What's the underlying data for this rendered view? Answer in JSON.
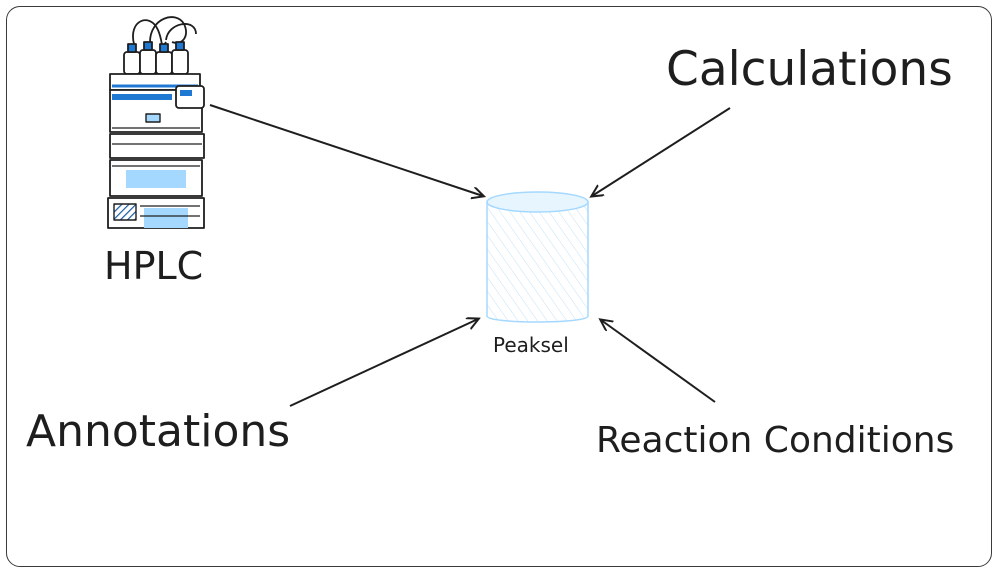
{
  "nodes": {
    "source": {
      "label": "HPLC",
      "icon": "hplc-instrument-icon"
    },
    "calculations": {
      "label": "Calculations"
    },
    "annotations": {
      "label": "Annotations"
    },
    "reaction_conditions": {
      "label": "Reaction Conditions"
    },
    "store": {
      "label": "Peaksel",
      "icon": "database-cylinder-icon"
    }
  },
  "edges": [
    {
      "from": "HPLC",
      "to": "Peaksel"
    },
    {
      "from": "Calculations",
      "to": "Peaksel"
    },
    {
      "from": "Annotations",
      "to": "Peaksel"
    },
    {
      "from": "Reaction Conditions",
      "to": "Peaksel"
    }
  ],
  "colors": {
    "stroke": "#1e1e1e",
    "accent_blue": "#1f78d1",
    "light_blue": "#a5d8ff",
    "cylinder_fill": "#e7f5ff"
  }
}
